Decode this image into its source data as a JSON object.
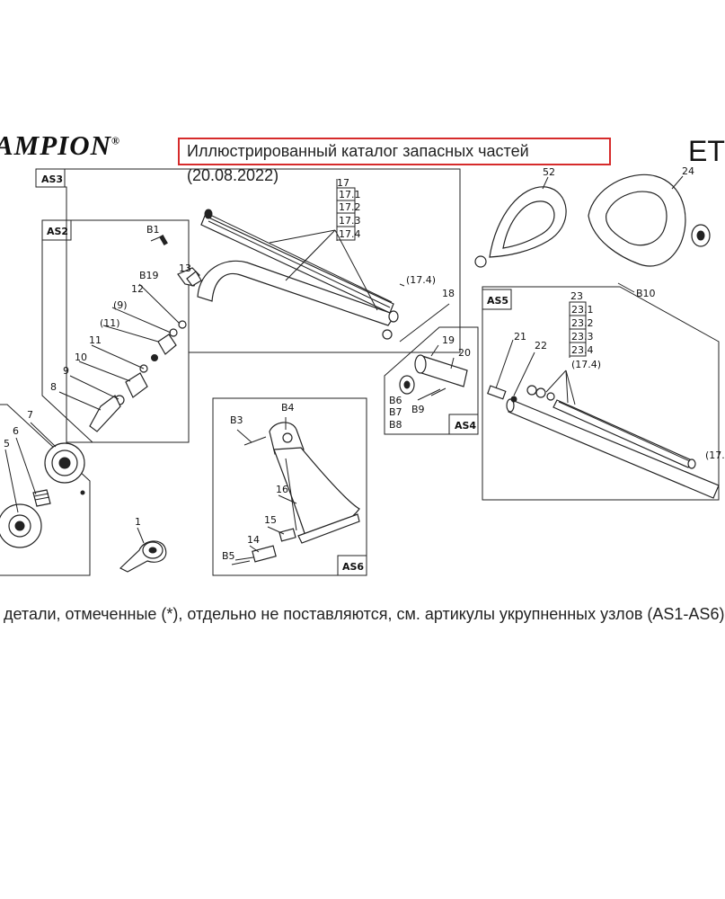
{
  "header": {
    "brand": "AMPION",
    "brand_mark": "®",
    "title": "Иллюстрированный каталог запасных частей (20.08.2022)",
    "model": "ET"
  },
  "footnote": "/ детали, отмеченные (*), отдельно не поставляются, см. артикулы укрупненных узлов (AS1-AS6)",
  "assemblies": {
    "as2": "AS2",
    "as3": "AS3",
    "as4": "AS4",
    "as5": "AS5",
    "as6": "AS6"
  },
  "labels": {
    "p1": "1",
    "p5": "5",
    "p6": "6",
    "p7": "7",
    "p8": "8",
    "p9": "9",
    "p9p": "(9)",
    "p10": "10",
    "p11": "11",
    "p11p": "(11)",
    "p12": "12",
    "p13": "13",
    "p14": "14",
    "p15": "15",
    "p16": "16",
    "p17": "17",
    "p17_1": "17.1",
    "p17_2": "17.2",
    "p17_3": "17.3",
    "p17_4": "17.4",
    "p17_4p": "(17.4)",
    "p17_4p_b": "(17.4)",
    "p17_cut": "(17.",
    "p18": "18",
    "p19": "19",
    "p20": "20",
    "p21": "21",
    "p22": "22",
    "p23": "23",
    "p23_1": "23.1",
    "p23_2": "23.2",
    "p23_3": "23.3",
    "p23_4": "23.4",
    "p24": "24",
    "p52": "52",
    "b1": "B1",
    "b3": "B3",
    "b4": "B4",
    "b5": "B5",
    "b6": "B6",
    "b7": "B7",
    "b8": "B8",
    "b9": "B9",
    "b10": "B10",
    "b19": "B19"
  }
}
